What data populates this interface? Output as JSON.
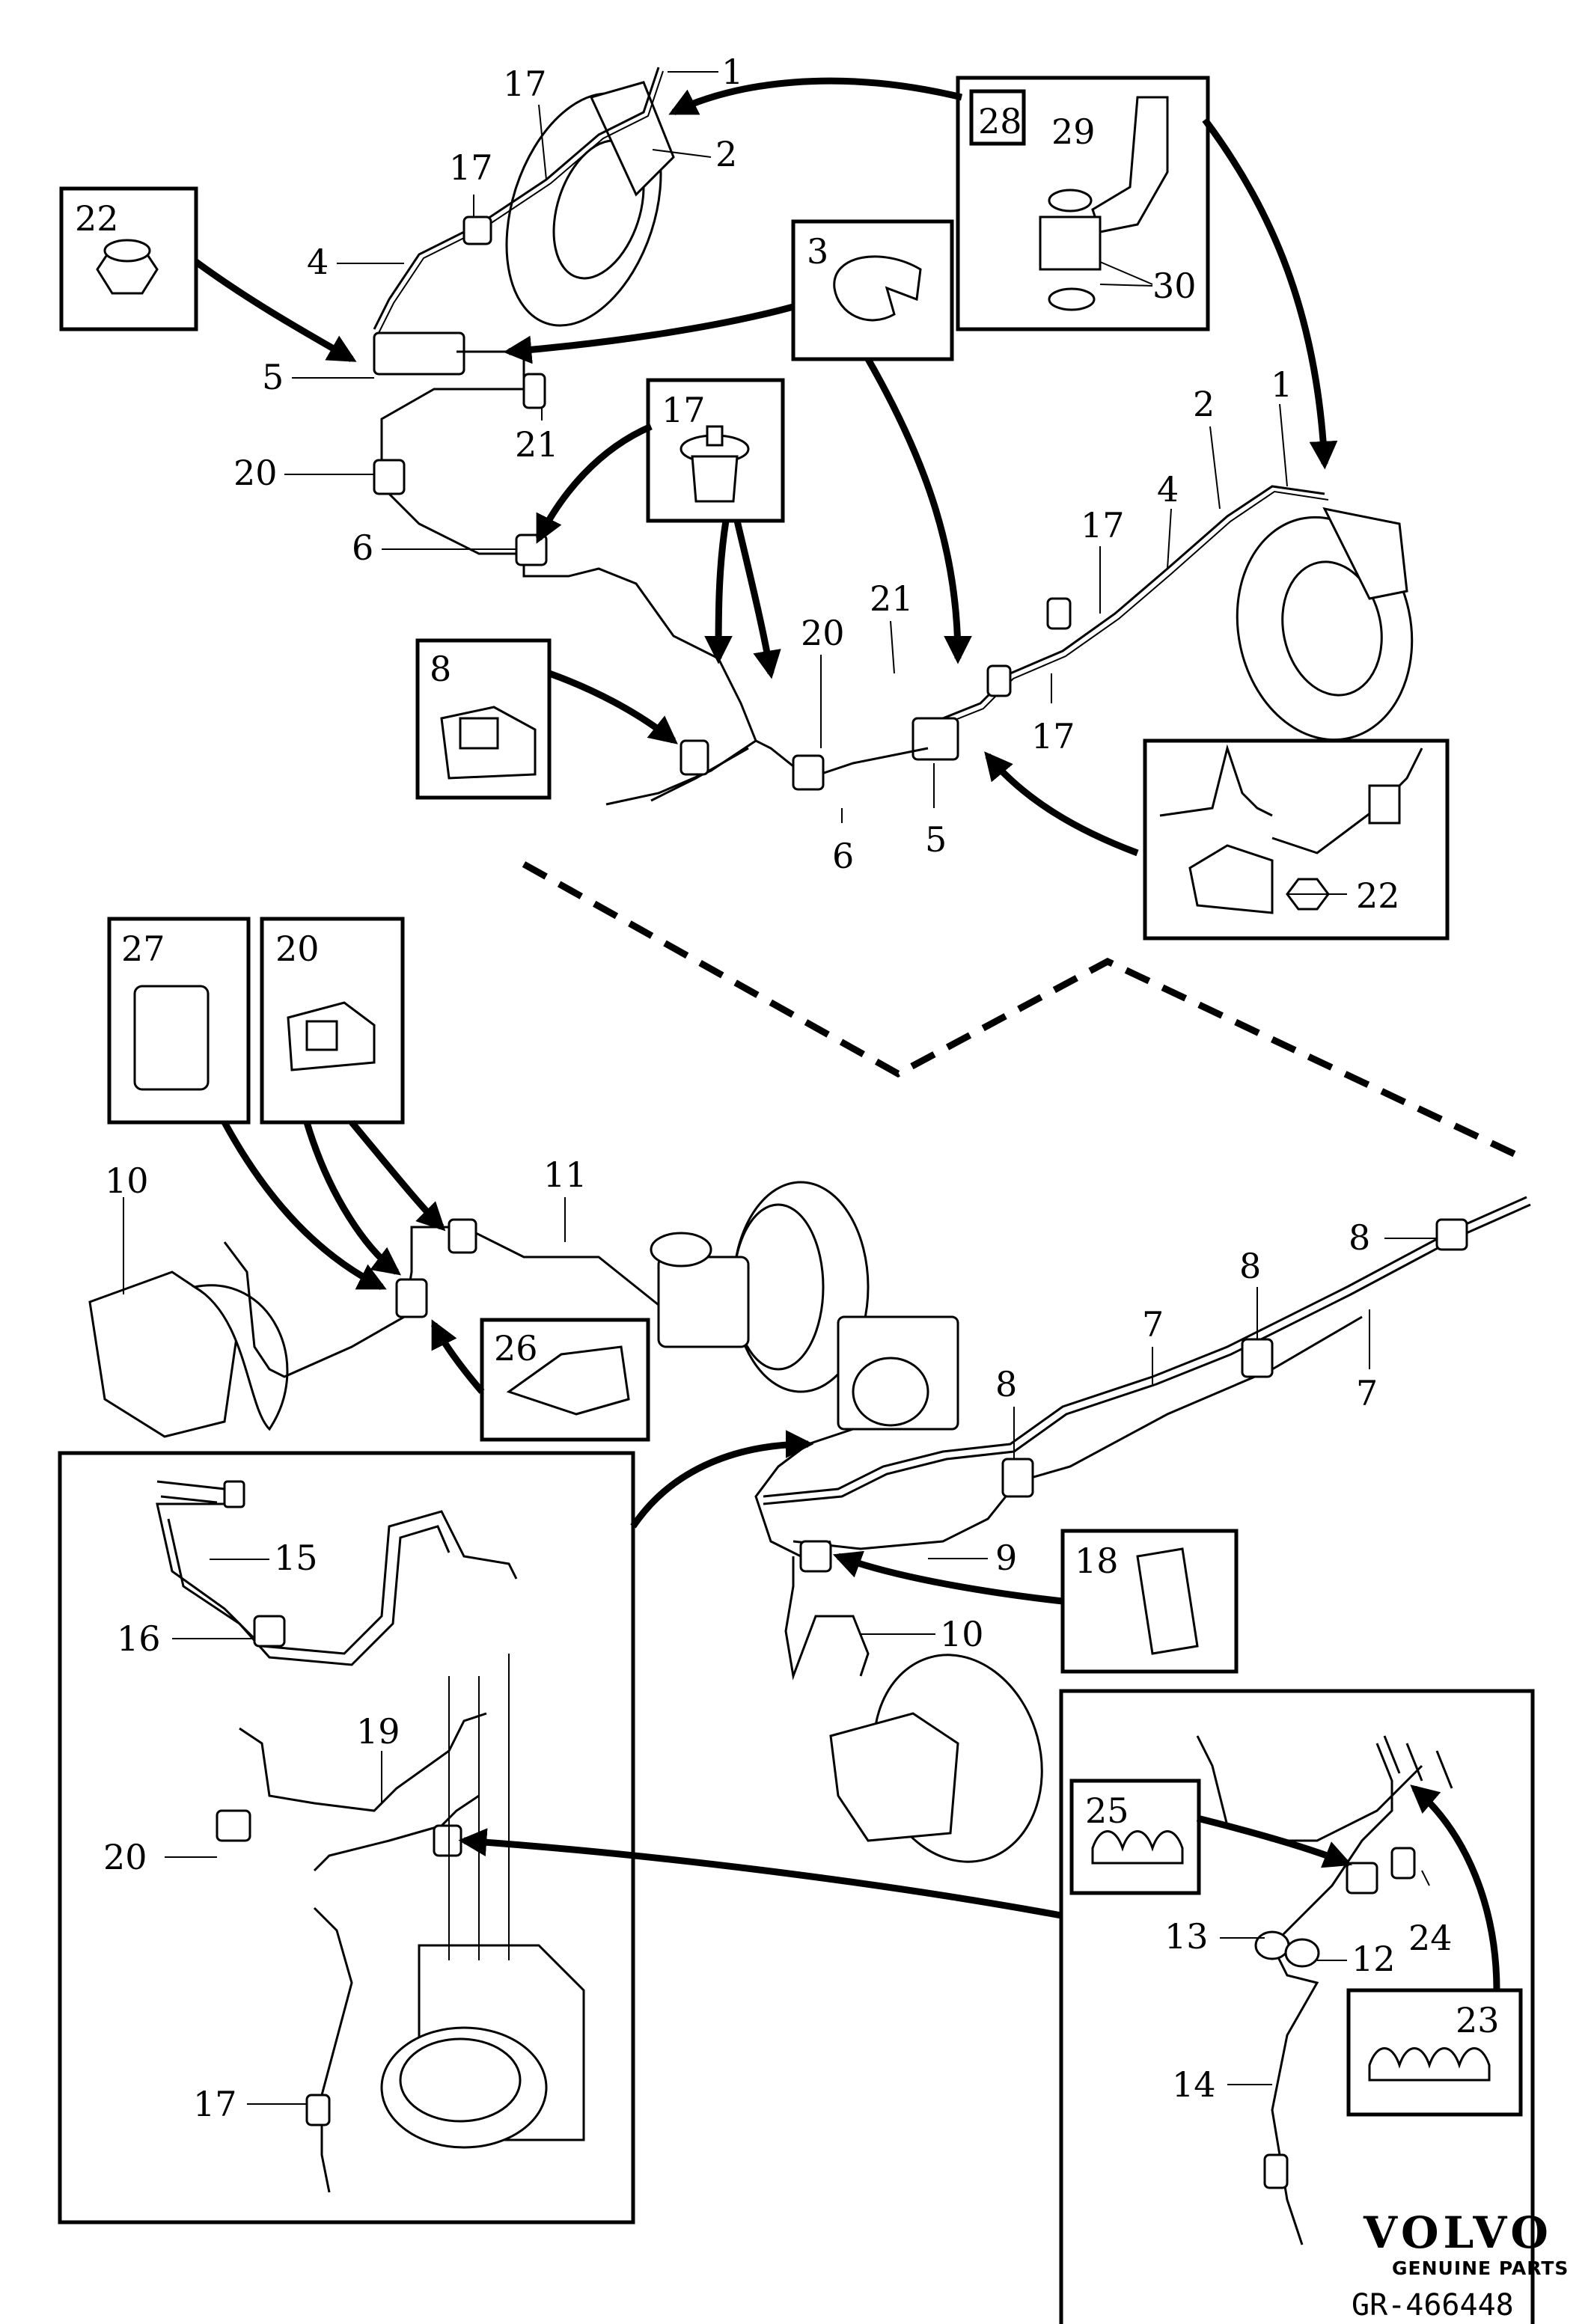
{
  "callouts": {
    "c1a": "1",
    "c2a": "2",
    "c17a": "17",
    "c17b": "17",
    "c4a": "4",
    "c5a": "5",
    "c20a": "20",
    "c21a": "21",
    "c6a": "6",
    "c22box": "22",
    "c3box": "3",
    "c28box": "28",
    "c29": "29",
    "c30": "30",
    "c17box": "17",
    "c2b": "2",
    "c1b": "1",
    "c17c": "17",
    "c4b": "4",
    "c21b": "21",
    "c20b": "20",
    "c17d": "17",
    "c6b": "6",
    "c5b": "5",
    "c8box": "8",
    "c22b": "22",
    "c27box": "27",
    "c20box": "20",
    "c10a": "10",
    "c11": "11",
    "c26box": "26",
    "c8a": "8",
    "c8b": "8",
    "c8c": "8",
    "c7a": "7",
    "c7b": "7",
    "c9": "9",
    "c18box": "18",
    "c10b": "10",
    "c15": "15",
    "c16": "16",
    "c19": "19",
    "c20c": "20",
    "c17e": "17",
    "c25box": "25",
    "c13": "13",
    "c12": "12",
    "c24": "24",
    "c23box": "23",
    "c14": "14"
  },
  "brand": {
    "name": "VOLVO",
    "tagline": "GENUINE PARTS"
  },
  "document_id": "GR-466448"
}
